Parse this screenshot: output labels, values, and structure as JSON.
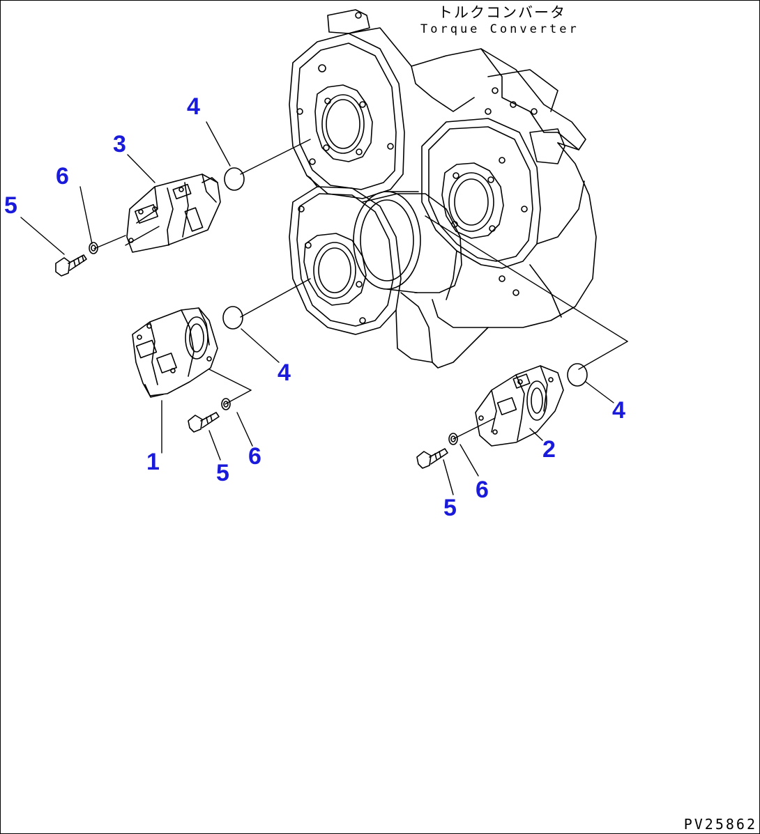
{
  "header": {
    "title_jp": "トルクコンバータ",
    "title_en": "Torque Converter"
  },
  "callouts": {
    "c1": "1",
    "c2": "2",
    "c3": "3",
    "c4a": "4",
    "c4b": "4",
    "c4c": "4",
    "c5a": "5",
    "c5b": "5",
    "c5c": "5",
    "c6a": "6",
    "c6b": "6",
    "c6c": "6"
  },
  "footer": {
    "drawing_id": "PV25862"
  },
  "colors": {
    "callout": "#1a1adb",
    "line": "#000000",
    "background": "#ffffff"
  }
}
